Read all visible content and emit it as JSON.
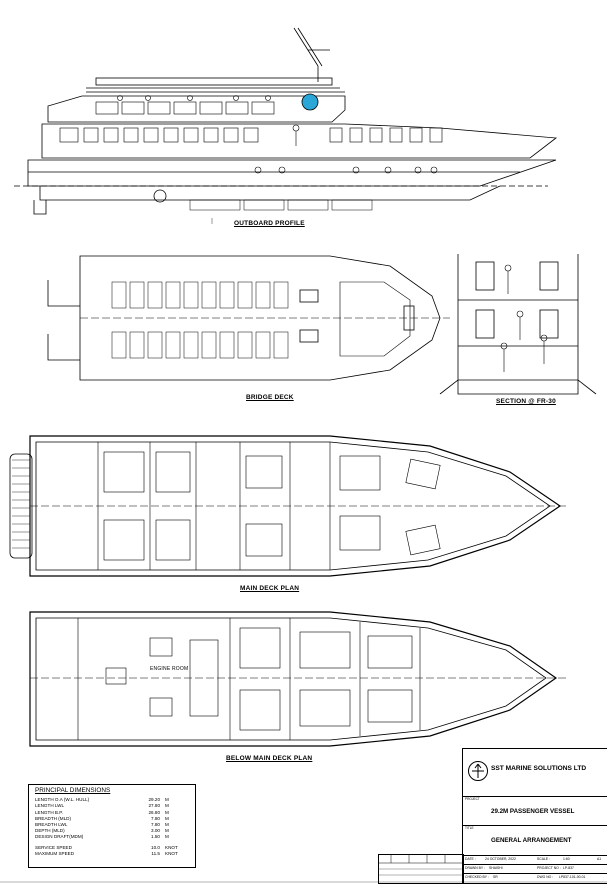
{
  "views": {
    "outboard_profile": "OUTBOARD PROFILE",
    "bridge_deck": "BRIDGE DECK",
    "section": "SECTION @ FR-30",
    "main_deck": "MAIN DECK PLAN",
    "below_main_deck": "BELOW MAIN DECK PLAN"
  },
  "room_labels": {
    "engine_room": "ENGINE ROOM"
  },
  "principal_dimensions": {
    "title": "PRINCIPAL DIMENSIONS",
    "rows": [
      {
        "label": "LENGTH O.A (W.L. HULL)",
        "value": "29.20",
        "unit": "M"
      },
      {
        "label": "LENGTH LWL",
        "value": "27.80",
        "unit": "M"
      },
      {
        "label": "LENGTH B.P.",
        "value": "26.80",
        "unit": "M"
      },
      {
        "label": "BREADTH (MLD)",
        "value": "7.80",
        "unit": "M"
      },
      {
        "label": "BREADTH LWL",
        "value": "7.80",
        "unit": "M"
      },
      {
        "label": "DEPTH (MLD)",
        "value": "3.00",
        "unit": "M"
      },
      {
        "label": "DESIGN DRAFT(MDM)",
        "value": "1.50",
        "unit": "M"
      }
    ],
    "speeds": [
      {
        "label": "SERVICE SPEED",
        "value": "10.0",
        "unit": "KNOT"
      },
      {
        "label": "MAXIMUM SPEED",
        "value": "11.5",
        "unit": "KNOT"
      }
    ]
  },
  "title_block": {
    "company": "SST MARINE SOLUTIONS LTD",
    "project": "29.2M PASSENGER VESSEL",
    "title": "GENERAL ARRANGEMENT",
    "project_label": "PROJECT",
    "title_label": "TITLE",
    "date_label": "DATE :",
    "date": "24 OCTOBER, 2022",
    "scale_label": "SCALE :",
    "scale": "1:60",
    "drawn_label": "DRAWN BY :",
    "drawn_by": "SHAISHI",
    "project_no_label": "PROJECT NO :",
    "project_no": "LP-837",
    "checked_label": "CHECKED BY :",
    "checked_by": "SR",
    "dwg_label": "DWG NO :",
    "dwg_no": "LP837-101-00-01",
    "size": "A1"
  },
  "colors": {
    "ink": "#000000",
    "logo_fill": "#2aa7d6"
  }
}
